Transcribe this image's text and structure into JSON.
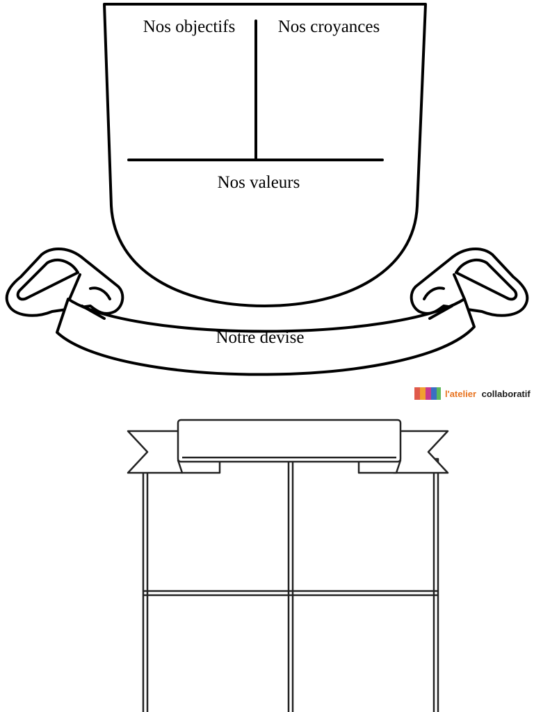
{
  "crest_top": {
    "labels": {
      "objectives": "Nos objectifs",
      "beliefs": "Nos croyances",
      "values": "Nos valeurs",
      "motto": "Notre devise"
    }
  },
  "logo": {
    "prefix": "l'atelier",
    "suffix": "collaboratif",
    "prefix_color": "#e8731f",
    "suffix_color": "#1a1a1a",
    "bars": [
      "#e05a4a",
      "#f0a030",
      "#c83a8c",
      "#3b6fc2",
      "#5cb85c"
    ]
  },
  "crest_bottom": {
    "quadrants": 4
  }
}
